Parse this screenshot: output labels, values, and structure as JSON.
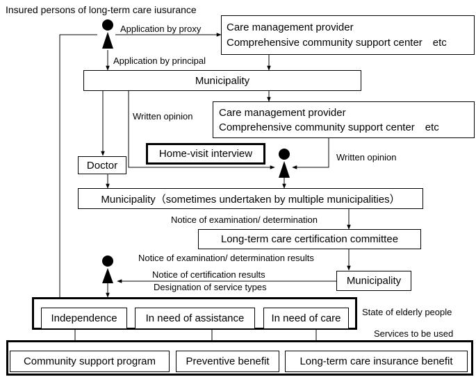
{
  "title": "Insured persons of long-term care iusurance",
  "boxes": {
    "provider_top_line1": "Care management provider",
    "provider_top_line2": "Comprehensive community support center　etc",
    "municipality_top": "Municipality",
    "provider_mid_line1": "Care management provider",
    "provider_mid_line2": "Comprehensive community support center　etc",
    "home_visit": "Home-visit interview",
    "doctor": "Doctor",
    "municipality_multi": "Municipality（sometimes undertaken by multiple municipalities）",
    "committee": "Long-term care certification committee",
    "municipality_bottom": "Municipality",
    "independence": "Independence",
    "need_assistance": "In need of assistance",
    "need_care": "In need of care",
    "community_support": "Community support program",
    "preventive": "Preventive benefit",
    "ltc_benefit": "Long-term care insurance benefit"
  },
  "labels": {
    "application_proxy": "Application by proxy",
    "application_principal": "Application by principal",
    "written_opinion_left": "Written opinion",
    "written_opinion_right": "Written opinion",
    "notice_exam": "Notice of examination/ determination",
    "notice_exam_results": "Notice of examination/ determination results",
    "notice_cert": "Notice of certification results",
    "designation": "Designation of service types",
    "state_elderly": "State of elderly people",
    "services_used": "Services to be used"
  },
  "icons": [
    "person-icon",
    "person-icon",
    "person-icon"
  ]
}
